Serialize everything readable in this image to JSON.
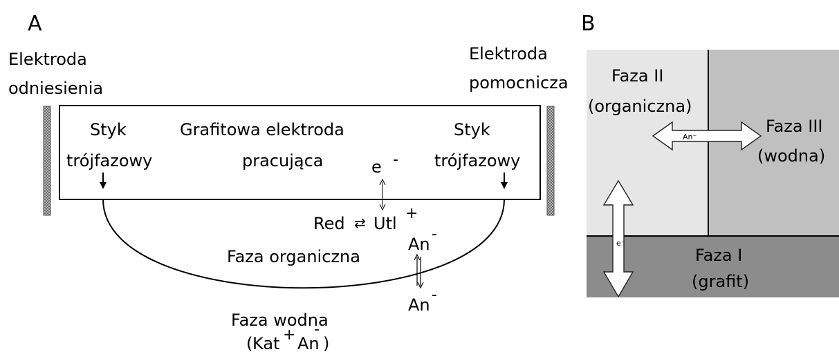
{
  "panel_a": {
    "panel_letter": "A",
    "reference_electrode": {
      "line1": "Elektroda",
      "line2": "odniesienia"
    },
    "auxiliary_electrode": {
      "line1": "Elektroda",
      "line2": "pomocnicza"
    },
    "left_junction": {
      "line1": "Styk",
      "line2": "trójfazowy"
    },
    "right_junction": {
      "line1": "Styk",
      "line2": "trójfazowy"
    },
    "working_electrode": {
      "line1": "Grafitowa elektroda",
      "line2": "pracująca"
    },
    "electron": {
      "symbol": "e",
      "sign": "-"
    },
    "redox": {
      "red": "Red",
      "ox": "Utl",
      "sign": "+"
    },
    "anion_organic": {
      "symbol": "An",
      "sign": "-"
    },
    "anion_aqueous": {
      "symbol": "An",
      "sign": "-"
    },
    "organic_phase_label": "Faza organiczna",
    "aqueous_phase": {
      "line1": "Faza wodna",
      "open_paren": "(",
      "cation": "Kat",
      "cation_sign": "+",
      "anion": "An",
      "anion_sign": "-",
      "close_paren": ")"
    }
  },
  "panel_b": {
    "panel_letter": "B",
    "phase2": {
      "line1": "Faza II",
      "line2": "(organiczna)",
      "color": "#e6e6e6"
    },
    "phase3": {
      "line1": "Faza III",
      "line2": "(wodna)",
      "color": "#c0c0c0"
    },
    "phase1": {
      "line1": "Faza I",
      "line2": "(grafit)",
      "color": "#8c8c8c"
    },
    "anion_arrow_label": "An⁻",
    "electron_arrow_label": "e⁻"
  }
}
